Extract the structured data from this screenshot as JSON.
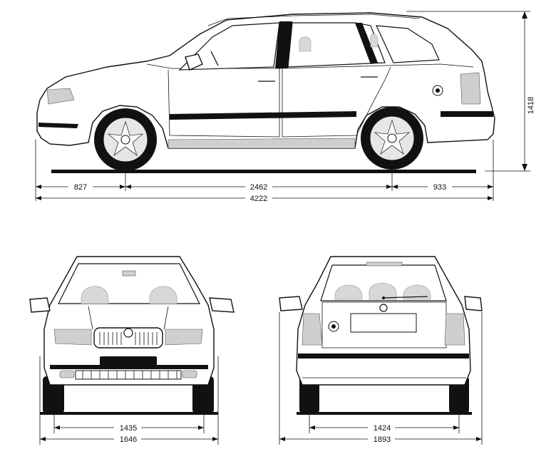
{
  "dimensions": {
    "front_overhang": "827",
    "wheelbase": "2462",
    "rear_overhang": "933",
    "overall_length": "4222",
    "overall_height": "1418",
    "front_track": "1435",
    "front_width": "1646",
    "rear_track": "1424",
    "width_with_mirrors": "1893"
  },
  "colors": {
    "line": "#111111",
    "seat": "#d8d8d8",
    "background": "#ffffff"
  }
}
